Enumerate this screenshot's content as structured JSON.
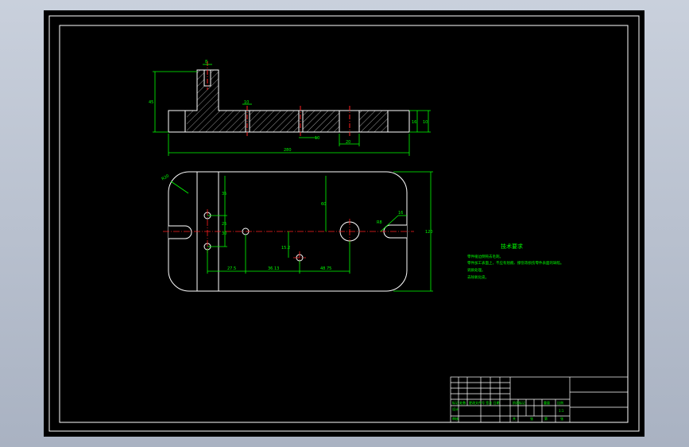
{
  "drawing": {
    "colors": {
      "background": "#000000",
      "frame": "#ffffff",
      "outline": "#ffffff",
      "dimension": "#00ff00",
      "center_line": "#ff2020",
      "hatch": "#ffffff",
      "title_block": "#ffffff"
    },
    "side_view": {
      "dim_labels": {
        "slot_top": "8",
        "height_left": "45",
        "small_hole": "10",
        "center_width": "10",
        "bore": "20",
        "right_height_a": "16",
        "right_height_b": "10",
        "overall_length": "280"
      }
    },
    "top_view": {
      "dim_labels": {
        "corner_radius": "R20",
        "vert_a": "35",
        "vert_b": "25",
        "vert_c": "30",
        "right_vertical": "60",
        "overall_height": "120",
        "offset_small": "15.2",
        "horiz_a": "27.5",
        "horiz_b": "36.13",
        "horiz_c": "48.75",
        "slot_right": "R8",
        "slot_width": "16"
      }
    },
    "tech_requirements": {
      "title": "技术要求",
      "lines": [
        "零件棱边倒钝去毛刺。",
        "零件加工表面上，不应有划痕、擦伤等损伤零件表面的缺陷。",
        "调质处理。",
        "去除氧化皮。"
      ]
    },
    "title_block": {
      "labels": {
        "row_a": "标记 处数",
        "row_b": "更改文件号 签名 日期",
        "design": "设计",
        "review": "审核",
        "stage": "阶段标记",
        "weight": "重量",
        "scale": "比例",
        "scale_value": "1:1",
        "sheets_total": "共",
        "sheet_no": "第",
        "zhang_a": "张",
        "zhang_b": "张"
      }
    }
  }
}
